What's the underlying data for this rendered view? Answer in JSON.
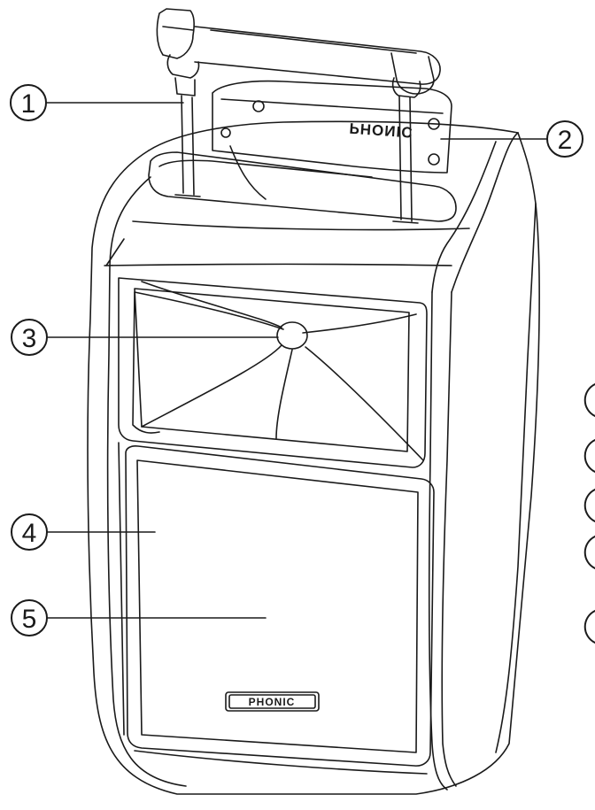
{
  "callouts": [
    {
      "number": "1"
    },
    {
      "number": "2"
    },
    {
      "number": "3"
    },
    {
      "number": "4"
    },
    {
      "number": "5"
    }
  ],
  "logo": {
    "front_text": "PHONIC",
    "top_plate_text": "PHONIC"
  },
  "colors": {
    "line": "#1a1a1a",
    "background": "#ffffff"
  }
}
